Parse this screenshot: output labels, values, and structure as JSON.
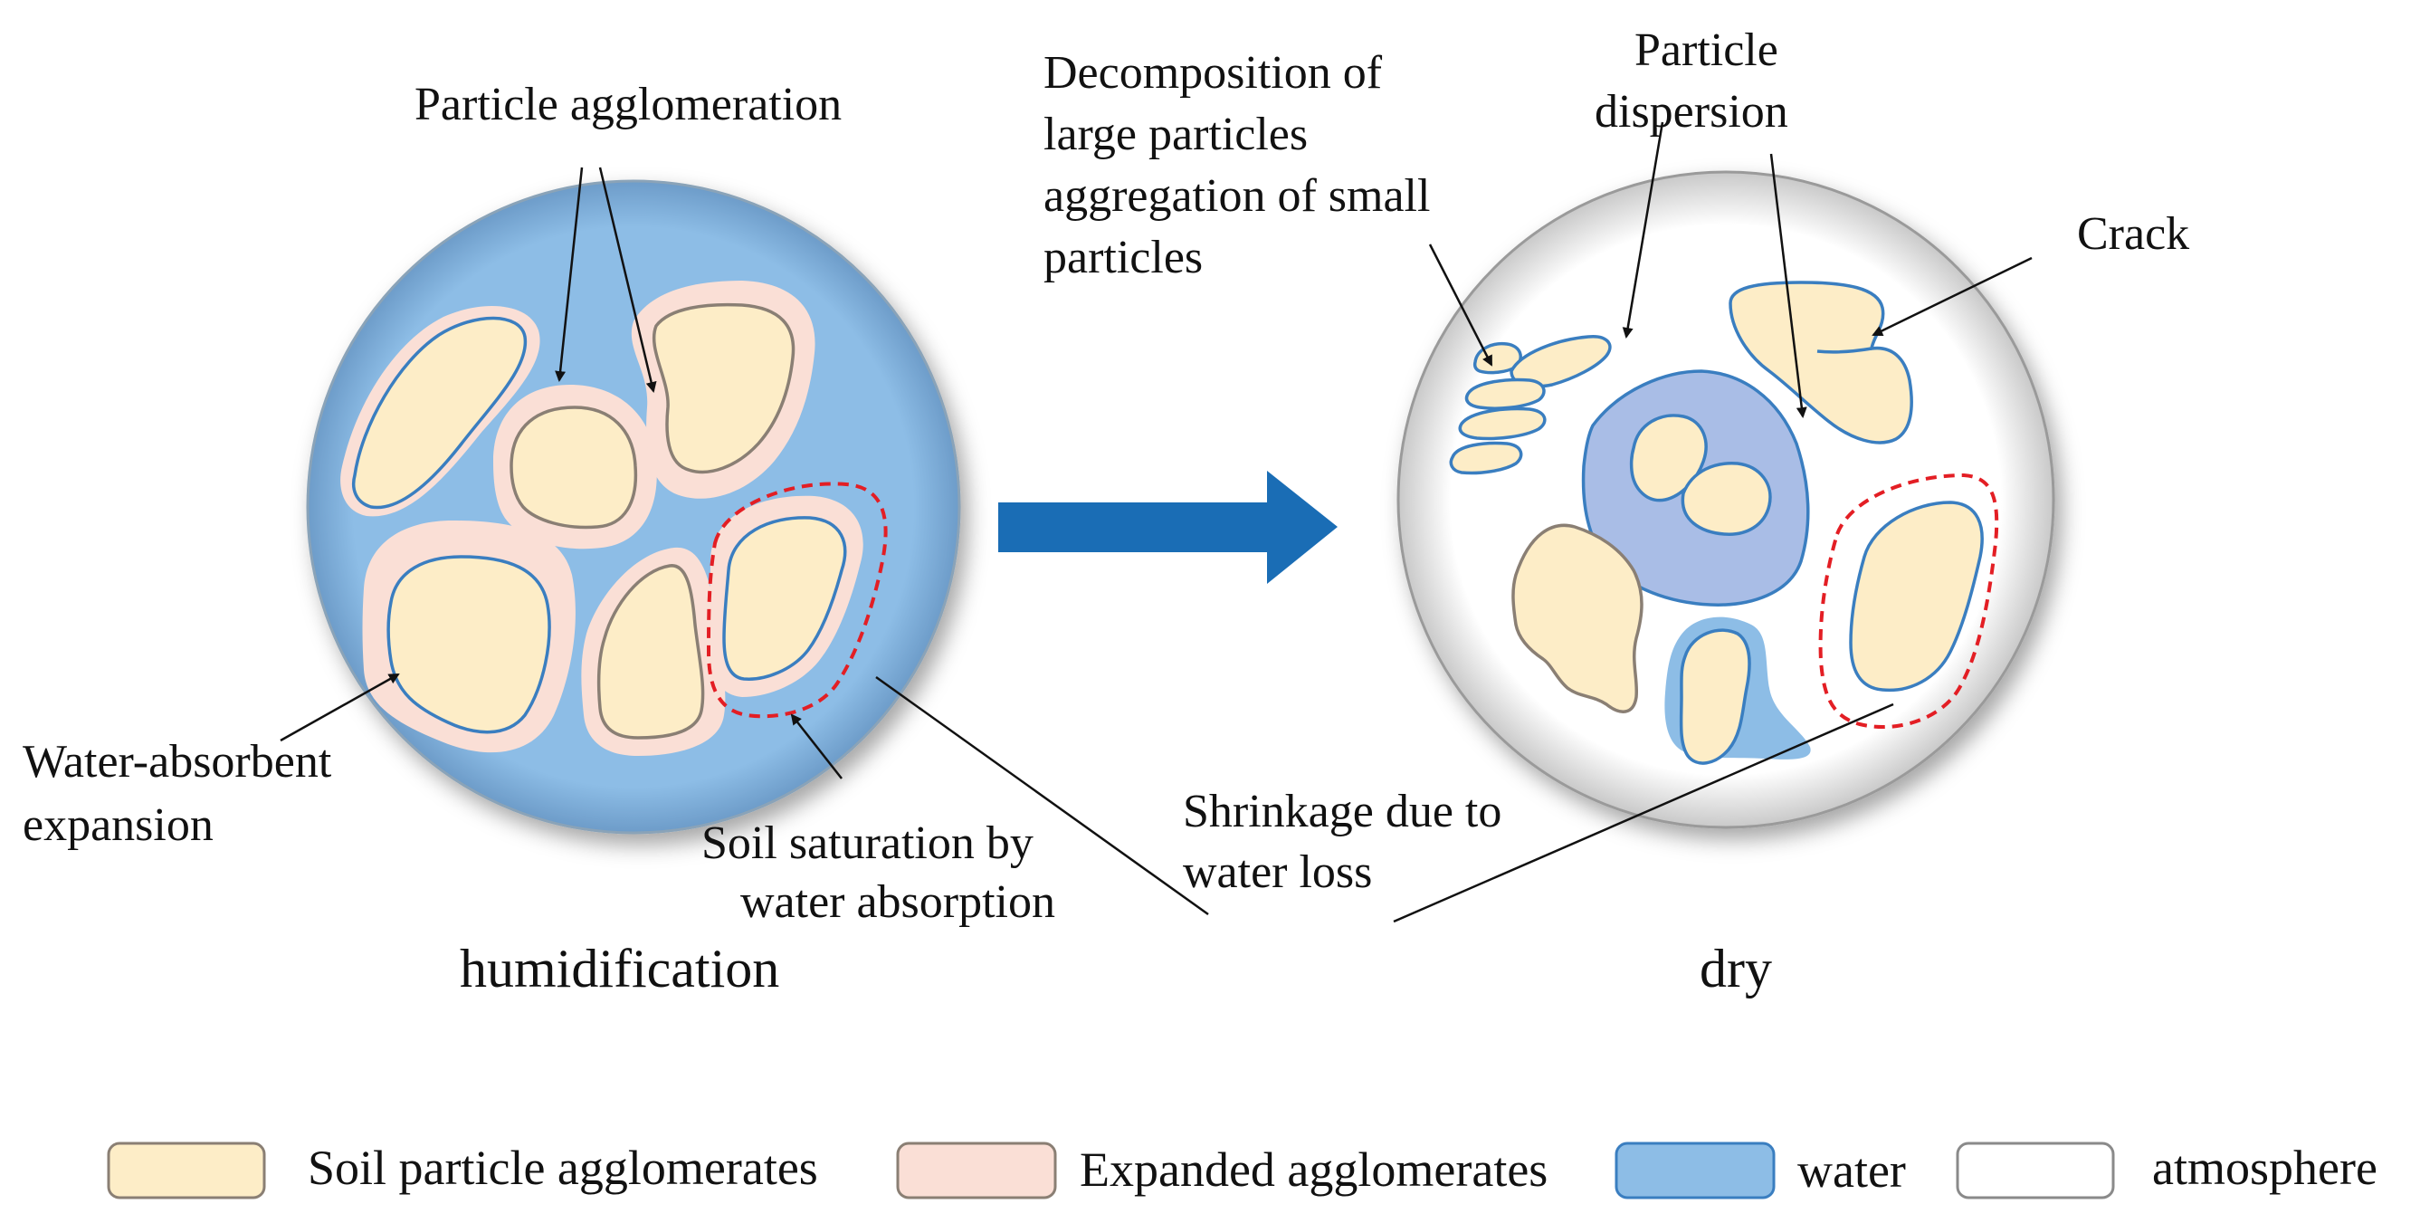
{
  "annotations": {
    "particle_agglomeration": "Particle agglomeration",
    "decomposition": [
      "Decomposition of",
      "large particles",
      "aggregation of small",
      "particles"
    ],
    "particle_dispersion": [
      "Particle",
      "dispersion"
    ],
    "crack": "Crack",
    "water_absorbent_expansion": [
      "Water-absorbent",
      "expansion"
    ],
    "soil_saturation": [
      "Soil saturation by",
      "water absorption"
    ],
    "shrinkage": [
      "Shrinkage due to",
      "water loss"
    ]
  },
  "captions": {
    "left": "humidification",
    "right": "dry"
  },
  "legend": [
    {
      "label": "Soil particle agglomerates",
      "fill": "#fdedc7",
      "stroke": "#8a7f74"
    },
    {
      "label": "Expanded agglomerates",
      "fill": "#fadfd6",
      "stroke": "#8a7f74"
    },
    {
      "label": "water",
      "fill": "#8dbde6",
      "stroke": "#3a7ec0"
    },
    {
      "label": "atmosphere",
      "fill": "#ffffff",
      "stroke": "#8a8a8a"
    }
  ],
  "colors": {
    "soil": "#fdedc7",
    "expanded": "#fadfd6",
    "water": "#8dbde6",
    "pocket_water": "#a9bde6",
    "atmosphere": "#ffffff",
    "arrow": "#1a6db5",
    "dashed_outline": "#e31e24"
  }
}
